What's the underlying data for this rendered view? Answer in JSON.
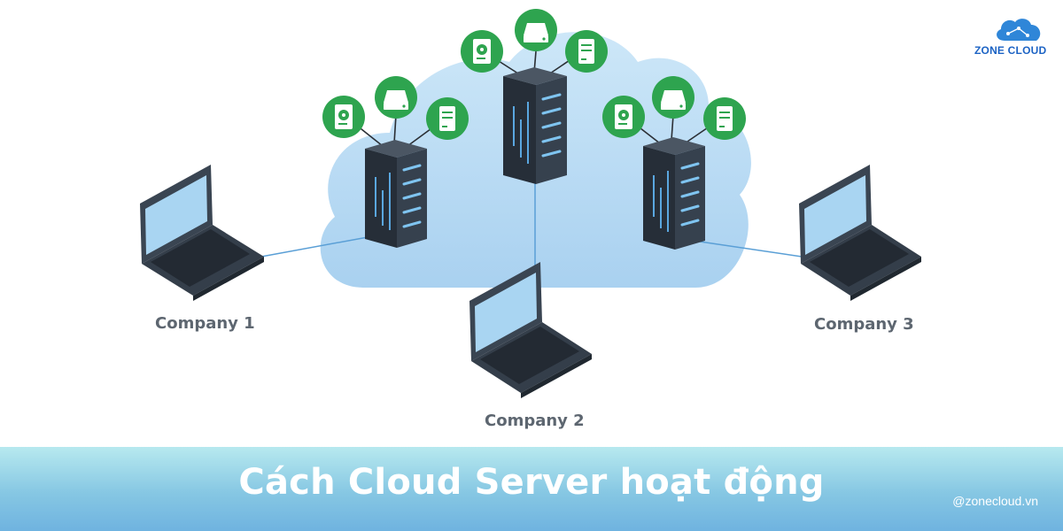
{
  "diagram": {
    "companies": [
      {
        "label": "Company 1"
      },
      {
        "label": "Company 2"
      },
      {
        "label": "Company 3"
      }
    ],
    "server_icons": [
      "hard-disk-icon",
      "drive-icon",
      "server-box-icon"
    ]
  },
  "brand": {
    "name": "ZONE CLOUD"
  },
  "footer": {
    "title": "Cách Cloud Server hoạt động",
    "handle": "@zonecloud.vn"
  },
  "colors": {
    "cloud": "#b9dcf4",
    "server_body": "#323c48",
    "accent_green": "#2ea44f",
    "laptop_screen": "#a9d5f2",
    "link_line": "#5a9fd6"
  }
}
